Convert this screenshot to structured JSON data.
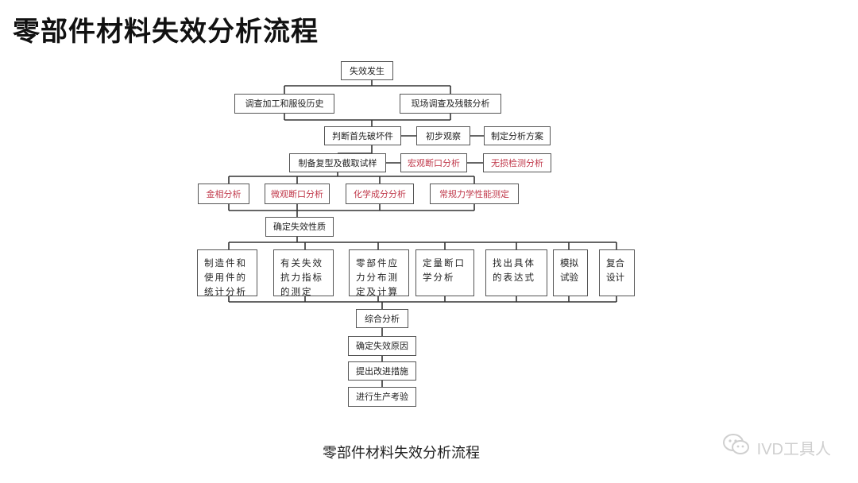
{
  "title": "零部件材料失效分析流程",
  "caption": "零部件材料失效分析流程",
  "watermark": {
    "text": "IVD工具人",
    "icon": "wechat-icon"
  },
  "colors": {
    "red_text": "#c0394b",
    "line": "#333333",
    "box_border": "#555555"
  },
  "flow": {
    "start": "失效发生",
    "history": "调查加工和服役历史",
    "onsite": "现场调查及残骸分析",
    "first_broken": "判断首先破坏件",
    "initial_obs": "初步观察",
    "plan": "制定分析方案",
    "prep": "制备复型及截取试样",
    "macro": "宏观断口分析",
    "ndt": "无损检测分析",
    "metallo": "金相分析",
    "micro": "微观断口分析",
    "chem": "化学成分分析",
    "mech": "常规力学性能测定",
    "nature": "确定失效性质",
    "branches": [
      "制造件和使用件的统计分析",
      "有关失效抗力指标的测定",
      "零部件应力分布测定及计算",
      "定量断口学分析",
      "找出具体的表达式",
      "模拟试验",
      "复合设计"
    ],
    "comprehensive": "综合分析",
    "cause": "确定失效原因",
    "measures": "提出改进措施",
    "verify": "进行生产考验"
  }
}
